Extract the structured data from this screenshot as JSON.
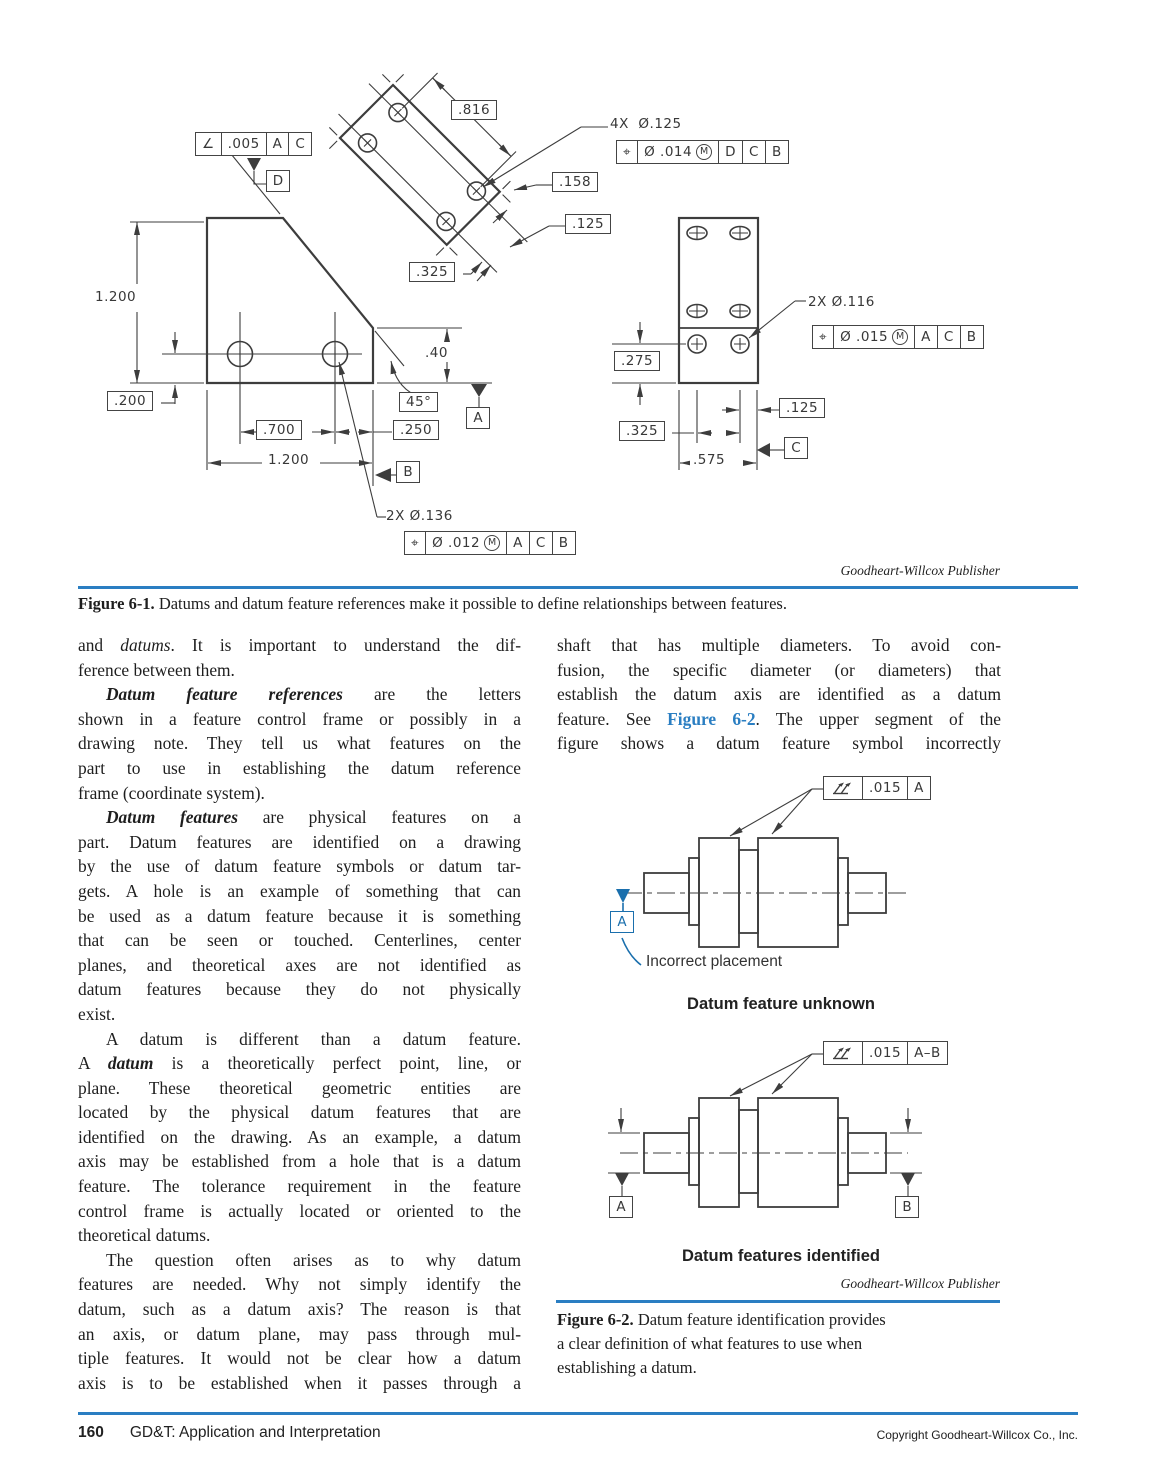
{
  "colors": {
    "accent": "#2a7ec2",
    "datum_blue": "#1a6fad",
    "line": "#3d3d3d"
  },
  "fig1": {
    "credit": "Goodheart-Willcox Publisher",
    "cap_label": "Figure 6-1.",
    "cap_text": "Datums and datum feature references make it possible to define relationships between features.",
    "d816": ".816",
    "d158": ".158",
    "d125a": ".125",
    "d325a": ".325",
    "d325b": ".325",
    "d125b": ".125",
    "d275": ".275",
    "d200": ".200",
    "d700": ".700",
    "d250": ".250",
    "d45": "45°",
    "d40": ".40",
    "d1200v": "1.200",
    "d1200h": "1.200",
    "d575": ".575",
    "t4x": "4X  Ø.125",
    "t116": "2X Ø.116",
    "t136": "2X Ø.136",
    "ang_sym": "∠",
    "ang_tol": ".005",
    "ang_d1": "A",
    "ang_d2": "C",
    "pos_sym": "⌖",
    "f4x_tol": "Ø .014",
    "f4x_m": "M",
    "f4x_d1": "D",
    "f4x_d2": "C",
    "f4x_d3": "B",
    "f116_tol": "Ø .015",
    "f116_m": "M",
    "f116_d1": "A",
    "f116_d2": "C",
    "f116_d3": "B",
    "f136_tol": "Ø .012",
    "f136_m": "M",
    "f136_d1": "A",
    "f136_d2": "C",
    "f136_d3": "B",
    "datum_a": "A",
    "datum_b": "B",
    "datum_c": "C",
    "datum_d": "D"
  },
  "fig2": {
    "f1_tol": ".015",
    "f1_d": "A",
    "f2_tol": ".015",
    "f2_d": "A–B",
    "blue_a": "A",
    "datum_a": "A",
    "datum_b": "B",
    "incorrect": "Incorrect placement",
    "cap_top": "Datum feature unknown",
    "cap_bottom": "Datum features identified",
    "credit": "Goodheart-Willcox Publisher",
    "cap_label": "Figure 6-2.",
    "cap_l1": "Datum feature identification provides",
    "cap_l2": "a clear definition of what features to use when",
    "cap_l3": "establishing a datum."
  },
  "article": {
    "columns": [
      {
        "paragraphs": [
          {
            "indent": false,
            "lines": [
              [
                [
                  "",
                  "and "
                ],
                [
                  "i",
                  "datums"
                ],
                [
                  "",
                  ". It is important to understand the dif-"
                ]
              ],
              [
                [
                  "",
                  "ference between them."
                ]
              ]
            ]
          },
          {
            "indent": true,
            "lines": [
              [
                [
                  "bi",
                  "Datum feature references"
                ],
                [
                  "",
                  " are the letters"
                ]
              ],
              [
                [
                  "",
                  "shown in a feature control frame or possibly in a"
                ]
              ],
              [
                [
                  "",
                  "drawing note. They tell us what features on the"
                ]
              ],
              [
                [
                  "",
                  "part to use in establishing the datum reference"
                ]
              ],
              [
                [
                  "",
                  "frame (coordinate system)."
                ]
              ]
            ]
          },
          {
            "indent": true,
            "lines": [
              [
                [
                  "bi",
                  "Datum features"
                ],
                [
                  "",
                  " are physical features on a"
                ]
              ],
              [
                [
                  "",
                  "part. Datum features are identified on a drawing"
                ]
              ],
              [
                [
                  "",
                  "by the use of datum feature symbols or datum tar-"
                ]
              ],
              [
                [
                  "",
                  "gets. A hole is an example of something that can"
                ]
              ],
              [
                [
                  "",
                  "be used as a datum feature because it is something"
                ]
              ],
              [
                [
                  "",
                  "that can be seen or touched. Centerlines, center"
                ]
              ],
              [
                [
                  "",
                  "planes, and theoretical axes are not identified as"
                ]
              ],
              [
                [
                  "",
                  "datum features because they do not physically"
                ]
              ],
              [
                [
                  "",
                  "exist."
                ]
              ]
            ]
          },
          {
            "indent": true,
            "lines": [
              [
                [
                  "",
                  "A datum is different than a datum feature."
                ]
              ],
              [
                [
                  "",
                  "A "
                ],
                [
                  "bi",
                  "datum"
                ],
                [
                  "",
                  " is a theoretically perfect point, line, or"
                ]
              ],
              [
                [
                  "",
                  "plane. These theoretical geometric entities are"
                ]
              ],
              [
                [
                  "",
                  "located by the physical datum features that are"
                ]
              ],
              [
                [
                  "",
                  "identified on the drawing. As an example, a datum"
                ]
              ],
              [
                [
                  "",
                  "axis may be established from a hole that is a datum"
                ]
              ],
              [
                [
                  "",
                  "feature. The tolerance requirement in the feature"
                ]
              ],
              [
                [
                  "",
                  "control frame is actually located or oriented to the"
                ]
              ],
              [
                [
                  "",
                  "theoretical datums."
                ]
              ]
            ]
          },
          {
            "indent": true,
            "flush_last": true,
            "lines": [
              [
                [
                  "",
                  "The question often arises as to why datum"
                ]
              ],
              [
                [
                  "",
                  "features are needed. Why not simply identify the"
                ]
              ],
              [
                [
                  "",
                  "datum, such as a datum axis? The reason is that"
                ]
              ],
              [
                [
                  "",
                  "an axis, or datum plane, may pass through mul-"
                ]
              ],
              [
                [
                  "",
                  "tiple features. It would not be clear how a datum"
                ]
              ],
              [
                [
                  "",
                  "axis is to be established when it passes through a"
                ]
              ]
            ]
          }
        ]
      },
      {
        "paragraphs": [
          {
            "indent": false,
            "flush_last": true,
            "lines": [
              [
                [
                  "",
                  "shaft that has multiple diameters. To avoid con-"
                ]
              ],
              [
                [
                  "",
                  "fusion, the specific diameter (or diameters) that"
                ]
              ],
              [
                [
                  "",
                  "establish the datum axis are identified as a datum"
                ]
              ],
              [
                [
                  "",
                  "feature. See "
                ],
                [
                  "fig",
                  "Figure 6-2"
                ],
                [
                  "",
                  ". The upper segment of the"
                ]
              ],
              [
                [
                  "",
                  "figure shows a datum feature symbol incorrectly"
                ]
              ]
            ]
          }
        ]
      }
    ]
  },
  "footer": {
    "page": "160",
    "title": "GD&T: Application and Interpretation",
    "copyright": "Copyright Goodheart-Willcox Co., Inc."
  }
}
